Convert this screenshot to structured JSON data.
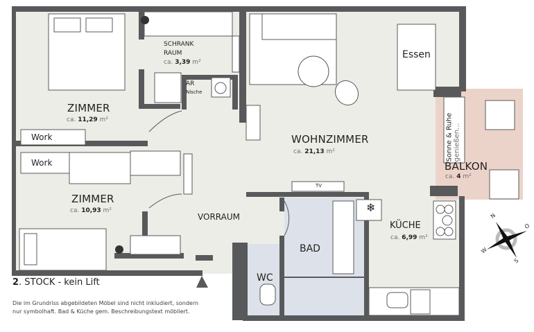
{
  "rooms": {
    "zimmer1": {
      "name": "ZIMMER",
      "area_prefix": "ca.",
      "area_value": "11,29",
      "area_unit": "m²"
    },
    "zimmer2": {
      "name": "ZIMMER",
      "area_prefix": "ca.",
      "area_value": "10,93",
      "area_unit": "m²"
    },
    "schrankraum": {
      "name_line1": "SCHRANK",
      "name_line2": "RAUM",
      "area_prefix": "ca.",
      "area_value": "3,39",
      "area_unit": "m²"
    },
    "ar": {
      "name": "AR",
      "sub": "Nische"
    },
    "wohnzimmer": {
      "name": "WOHNZIMMER",
      "area_prefix": "ca.",
      "area_value": "21,13",
      "area_unit": "m²"
    },
    "balkon": {
      "name": "BALKON",
      "area_prefix": "ca.",
      "area_value": "4",
      "area_unit": "m²"
    },
    "vorraum": {
      "name": "VORRAUM"
    },
    "bad": {
      "name": "BAD"
    },
    "wc": {
      "name": "WC"
    },
    "kueche": {
      "name": "KÜCHE",
      "area_prefix": "ca.",
      "area_value": "6,99",
      "area_unit": "m²"
    }
  },
  "furniture": {
    "work1": "Work",
    "work2": "Work",
    "essen": "Essen",
    "tv": "TV",
    "sign_line1": "Sonne & Ruhe",
    "sign_line2": "genießen..."
  },
  "compass": {
    "n": "N",
    "o": "O",
    "s": "S",
    "w": "W"
  },
  "floor_label": {
    "number": "2",
    "rest": ". STOCK - kein Lift"
  },
  "note": {
    "line1": "Die im Grundriss abgebildeten Möbel sind nicht inkludiert, sondern",
    "line2": "nur symbolhaft. Bad &  Küche gem. Beschreibungstext möbliert."
  },
  "colors": {
    "wall": "#58595b",
    "floor": "#ecede6",
    "bath": "#dde2ea",
    "balcony": "#ecd3c9"
  }
}
